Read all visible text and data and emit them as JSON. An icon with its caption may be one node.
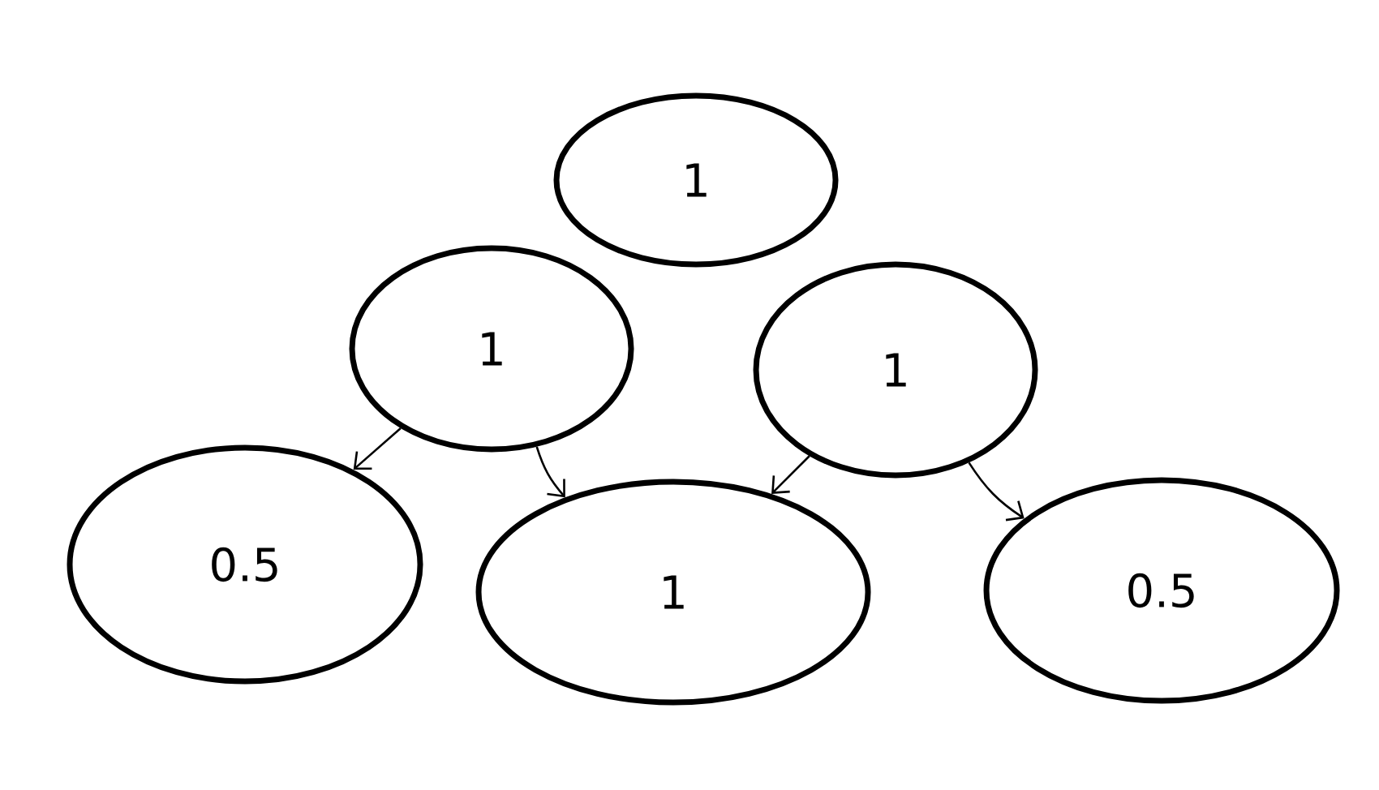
{
  "diagram": {
    "nodes": [
      {
        "text": [
          "1"
        ]
      },
      {
        "text": [
          "1"
        ]
      },
      {
        "text": [
          "1"
        ]
      },
      {
        "text": [
          "0.5"
        ]
      },
      {
        "text": [
          "1"
        ]
      },
      {
        "text": [
          "0.5"
        ]
      }
    ],
    "edges": [
      {
        "from": 1,
        "to": 3,
        "arrow": "to"
      },
      {
        "from": 1,
        "to": 4,
        "arrow": "to"
      },
      {
        "from": 2,
        "to": 4,
        "arrow": "to"
      },
      {
        "from": 2,
        "to": 5,
        "arrow": "to"
      }
    ]
  }
}
